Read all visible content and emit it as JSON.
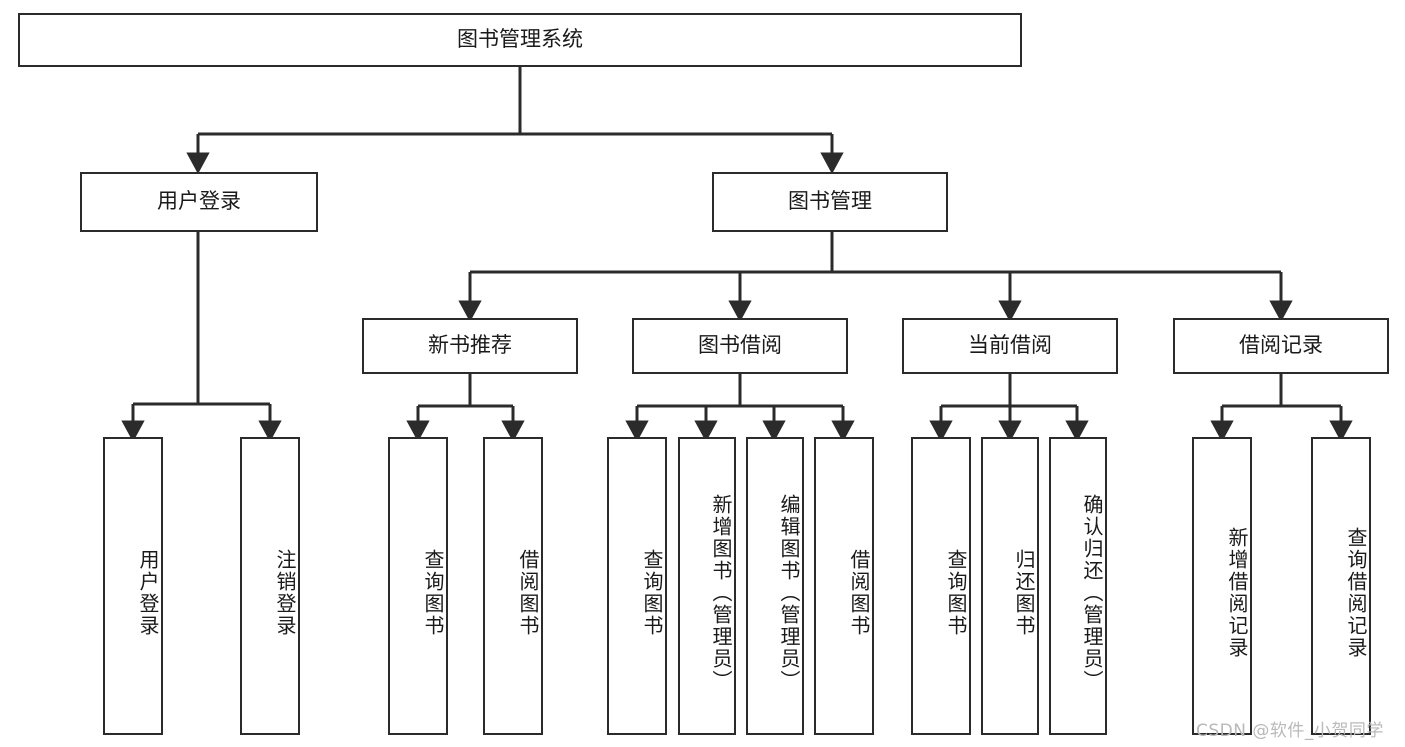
{
  "diagram": {
    "title": "图书管理系统",
    "type": "functional-structure-tree",
    "stroke_color": "#2b2b2b",
    "background_color": "#ffffff",
    "watermark": "CSDN @软件_小贺同学",
    "levels": {
      "root": {
        "label": "图书管理系统"
      },
      "level2": [
        {
          "label": "用户登录"
        },
        {
          "label": "图书管理"
        }
      ],
      "level3": [
        {
          "label": "新书推荐"
        },
        {
          "label": "图书借阅"
        },
        {
          "label": "当前借阅"
        },
        {
          "label": "借阅记录"
        }
      ],
      "leaves": [
        {
          "label": "用户登录"
        },
        {
          "label": "注销登录"
        },
        {
          "label": "查询图书"
        },
        {
          "label": "借阅图书"
        },
        {
          "label": "查询图书"
        },
        {
          "label": "新增图书（管理员）"
        },
        {
          "label": "编辑图书（管理员）"
        },
        {
          "label": "借阅图书"
        },
        {
          "label": "查询图书"
        },
        {
          "label": "归还图书"
        },
        {
          "label": "确认归还（管理员）"
        },
        {
          "label": "新增借阅记录"
        },
        {
          "label": "查询借阅记录"
        }
      ]
    }
  }
}
